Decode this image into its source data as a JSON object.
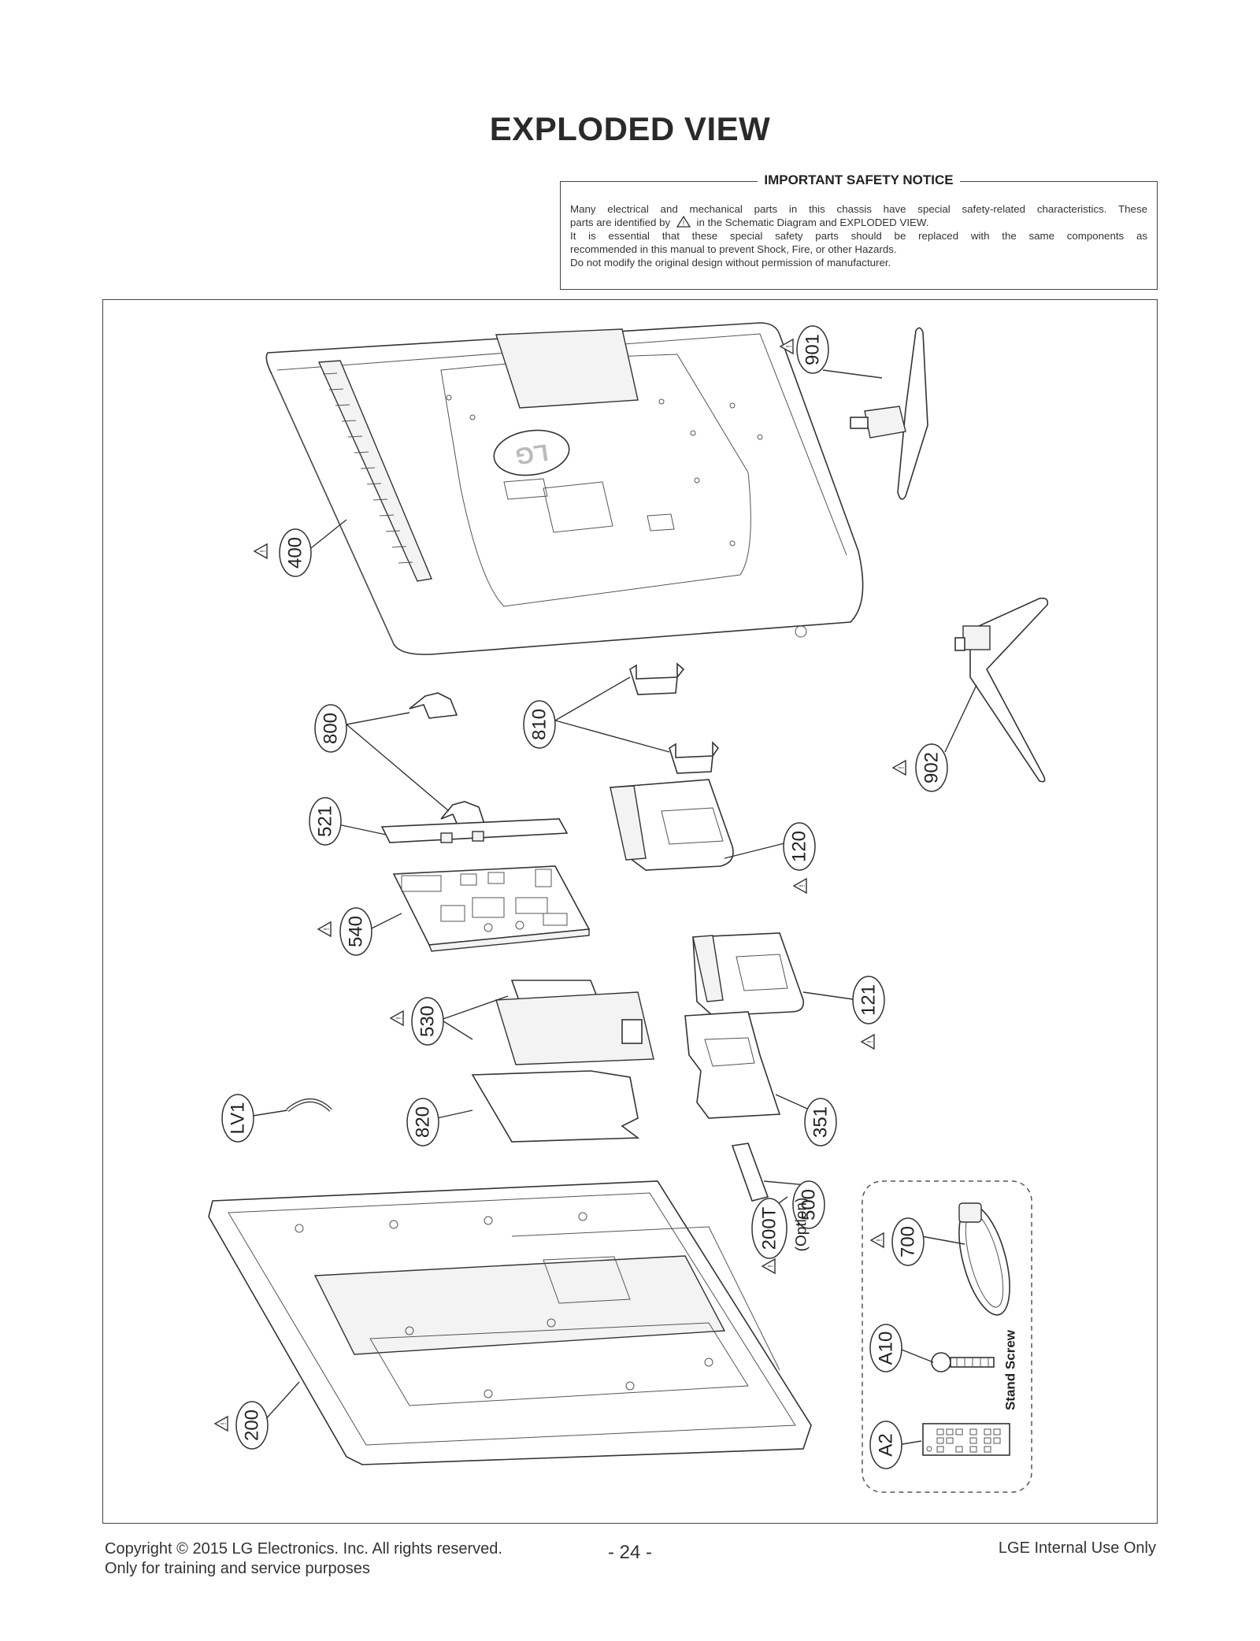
{
  "page": {
    "title": "EXPLODED VIEW"
  },
  "safety_notice": {
    "title": "IMPORTANT SAFETY NOTICE",
    "line1": "Many electrical and mechanical parts in this chassis have special safety-related characteristics. These",
    "line2_pre": "parts are identified by",
    "line2_post": "in the Schematic Diagram and EXPLODED VIEW.",
    "line3": "It is essential that these special safety parts should be replaced with the same components as",
    "line4": "recommended in this manual to prevent Shock, Fire, or other Hazards.",
    "line5": "Do not modify the original design without permission of manufacturer."
  },
  "parts": {
    "p901": "901",
    "p400": "400",
    "p902": "902",
    "p800": "800",
    "p810": "810",
    "p521": "521",
    "p120": "120",
    "p540": "540",
    "p530": "530",
    "p121": "121",
    "pLV1": "LV1",
    "p820": "820",
    "p351": "351",
    "p500": "500",
    "p700": "700",
    "p200T": "200T",
    "p200T_note": "(Option)",
    "pA10": "A10",
    "pA2": "A2",
    "p200": "200",
    "stand_screw": "Stand Screw",
    "back_logo": "LG"
  },
  "footer": {
    "copyright": "Copyright  © 2015 LG Electronics. Inc. All rights reserved.",
    "training": "Only for training and service purposes",
    "page_number": "- 24 -",
    "internal": "LGE Internal Use Only"
  }
}
